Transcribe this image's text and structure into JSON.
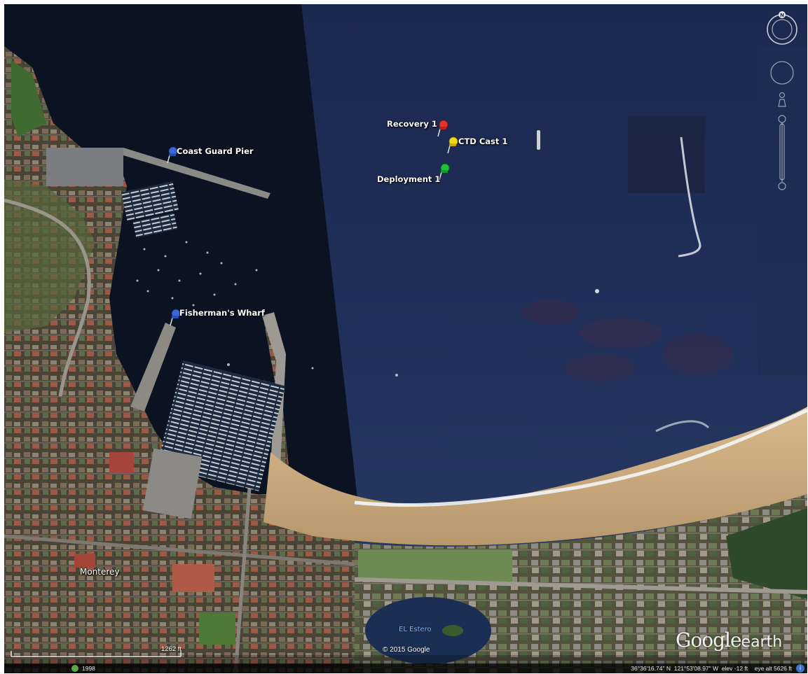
{
  "pins": [
    {
      "label": "Recovery 1",
      "color": "#e2352b"
    },
    {
      "label": "CTD Cast 1",
      "color": "#f3d81a"
    },
    {
      "label": "Deployment 1",
      "color": "#1fc23a"
    },
    {
      "label": "Coast Guard Pier",
      "color": "#3b67d9"
    },
    {
      "label": "Fisherman's Wharf",
      "color": "#3b67d9"
    }
  ],
  "places": {
    "city": "Monterey",
    "lake": "EL Estero"
  },
  "overlay": {
    "copyright": "© 2015 Google",
    "logo_main": "Google",
    "logo_sub": "earth",
    "scale_label": "1262 ft"
  },
  "status": {
    "year": "1998",
    "latitude": "36°36'16.74\" N",
    "longitude": "121°53'08.97\" W",
    "elevation": "elev   -12 ft",
    "eye_alt": "eye alt   5626 ft"
  },
  "navigation": {
    "north_label": "N"
  },
  "colors": {
    "water_deep": "#1d2c56",
    "water_shadow": "#0a1424",
    "sand": "#c8a77a",
    "land": "#4f4a3c"
  }
}
